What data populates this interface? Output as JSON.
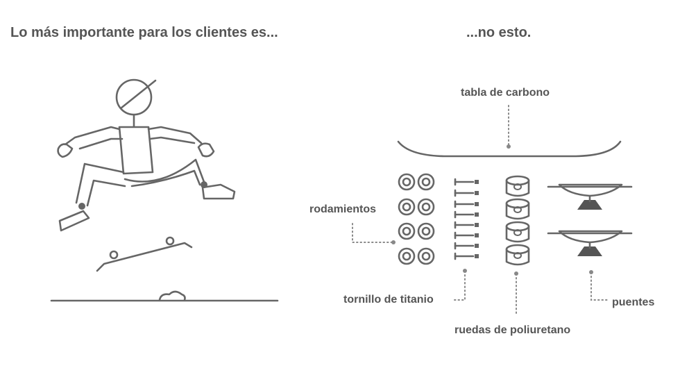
{
  "headings": {
    "left": "Lo más importante para los clientes es...",
    "right": "...no esto."
  },
  "labels": {
    "board": "tabla de carbono",
    "bearings": "rodamientos",
    "screws": "tornillo de titanio",
    "wheels": "ruedas de poliuretano",
    "trucks": "puentes"
  },
  "colors": {
    "ink": "#555555",
    "line": "#666666",
    "background": "#ffffff"
  },
  "icons": [
    "skater-figure-icon",
    "skateboard-icon",
    "bearing-icon",
    "screw-icon",
    "wheel-icon",
    "truck-icon"
  ]
}
